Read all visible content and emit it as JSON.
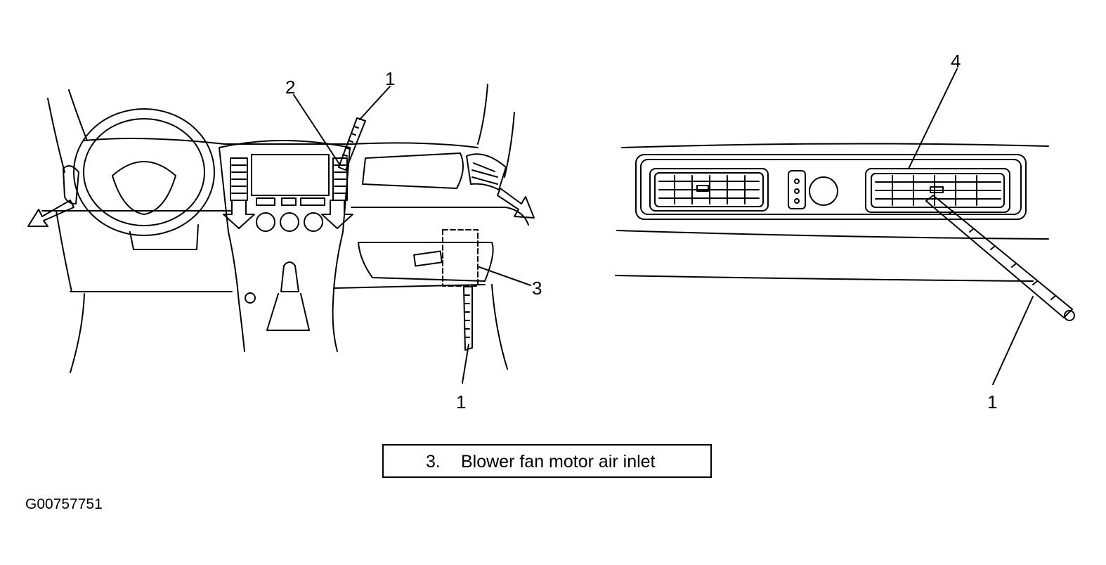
{
  "diagram": {
    "figure_id": "G00757751",
    "left_view": {
      "callouts": {
        "c1_top": "1",
        "c2": "2",
        "c3": "3",
        "c1_bottom": "1"
      }
    },
    "right_view": {
      "callouts": {
        "c4": "4",
        "c1": "1"
      }
    },
    "legend": {
      "number": "3.",
      "text": "Blower fan motor air inlet"
    }
  }
}
